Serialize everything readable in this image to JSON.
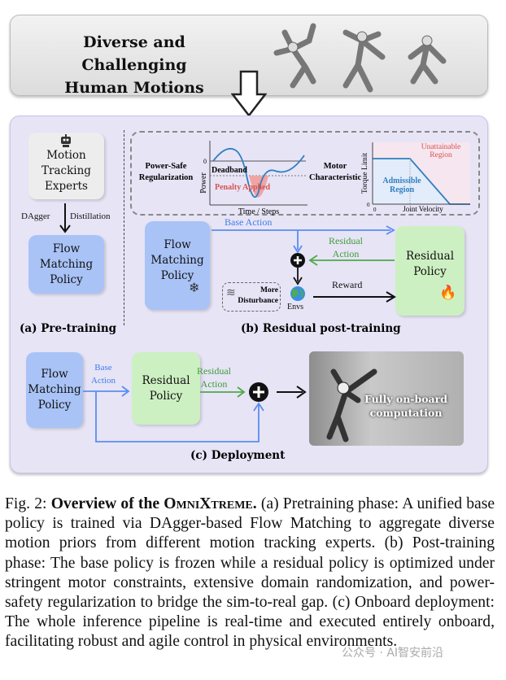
{
  "banner": {
    "title_line1": "Diverse and Challenging",
    "title_line2": "Human Motions"
  },
  "pretraining": {
    "experts": [
      "Motion",
      "Tracking",
      "Experts"
    ],
    "dagger": "DAgger",
    "distillation": "Distillation",
    "policy": [
      "Flow",
      "Matching",
      "Policy"
    ],
    "label": "(a) Pre-training"
  },
  "residual": {
    "power_safe": [
      "Power-Safe",
      "Regularization"
    ],
    "power_chart": {
      "ylabel": "Power",
      "xlabel": "Time / Steps",
      "zero": "0",
      "deadband": "Deadband",
      "penalty": "Penalty Applied"
    },
    "motor": [
      "Motor",
      "Characteristic"
    ],
    "motor_chart": {
      "ylabel": "Torque Limit",
      "xlabel": "Joint Velocity",
      "zero_x": "0",
      "zero_y": "0",
      "unattainable": [
        "Unattainable",
        "Region"
      ],
      "admissible": [
        "Admissible",
        "Region"
      ]
    },
    "base_policy": [
      "Flow",
      "Matching",
      "Policy"
    ],
    "base_action": "Base Action",
    "residual_action": [
      "Residual",
      "Action"
    ],
    "residual_policy": [
      "Residual",
      "Policy"
    ],
    "disturbance": [
      "More",
      "Disturbance"
    ],
    "envs": "Envs",
    "reward": "Reward",
    "label": "(b)  Residual post-training"
  },
  "deployment": {
    "base_policy": [
      "Flow",
      "Matching",
      "Policy"
    ],
    "base_action": [
      "Base",
      "Action"
    ],
    "residual_policy": [
      "Residual",
      "Policy"
    ],
    "residual_action": [
      "Residual",
      "Action"
    ],
    "photo_text": [
      "Fully on-board",
      "computation"
    ],
    "label": "(c) Deployment"
  },
  "caption": {
    "fig": "Fig. 2: ",
    "bold_pre": "Overview of the ",
    "bold_name": "OmniXtreme.",
    "text": " (a) Pretraining phase: A unified base policy is trained via DAgger-based Flow Matching to aggregate diverse motion priors from different motion tracking experts. (b) Post-training phase: The base policy is frozen while a residual policy is optimized under stringent motor constraints, extensive domain randomization, and power-safety regularization to bridge the sim-to-real gap. (c) Onboard deployment: The whole inference pipeline is real-time and executed entirely onboard, facilitating robust and agile control in physical environments."
  },
  "watermark": "公众号 · AI智安前沿",
  "colors": {
    "blue_box": "#a9c3f7",
    "green_box": "#cdf0c2",
    "panel": "#e7e4f6",
    "arrow_blue": "#5b8def",
    "arrow_green": "#4ea847",
    "penalty": "#d9534f",
    "curve": "#2f7fc1"
  }
}
